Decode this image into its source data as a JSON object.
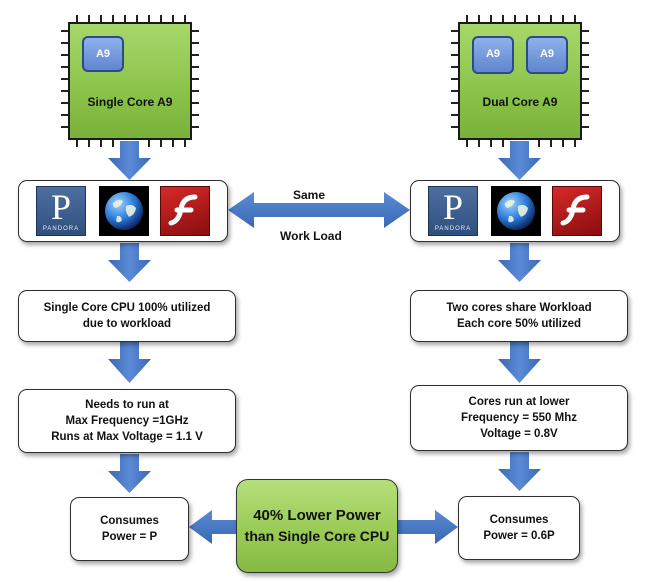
{
  "left_chip": {
    "core_label": "A9",
    "title": "Single Core A9"
  },
  "right_chip": {
    "core_labels": [
      "A9",
      "A9"
    ],
    "title": "Dual Core A9"
  },
  "apps": {
    "pandora_wordmark": "PANDORA"
  },
  "workload": {
    "top": "Same",
    "bottom": "Work Load"
  },
  "left_util": [
    "Single Core CPU 100% utilized",
    "due to workload"
  ],
  "right_util": [
    "Two cores share Workload",
    "Each core 50% utilized"
  ],
  "left_freq": [
    "Needs to run at",
    "Max Frequency =1GHz",
    "Runs at Max Voltage = 1.1 V"
  ],
  "right_freq": [
    "Cores  run at lower",
    "Frequency = 550 Mhz",
    "Voltage = 0.8V"
  ],
  "left_consumes": [
    "Consumes",
    "Power = P"
  ],
  "right_consumes": [
    "Consumes",
    "Power = 0.6P"
  ],
  "center": [
    "40% Lower Power",
    "than Single Core CPU"
  ],
  "colors": {
    "arrow": "#4a7bc8",
    "chip": "#8bc34a",
    "core": "#5f86cf",
    "flash": "#c62020"
  }
}
